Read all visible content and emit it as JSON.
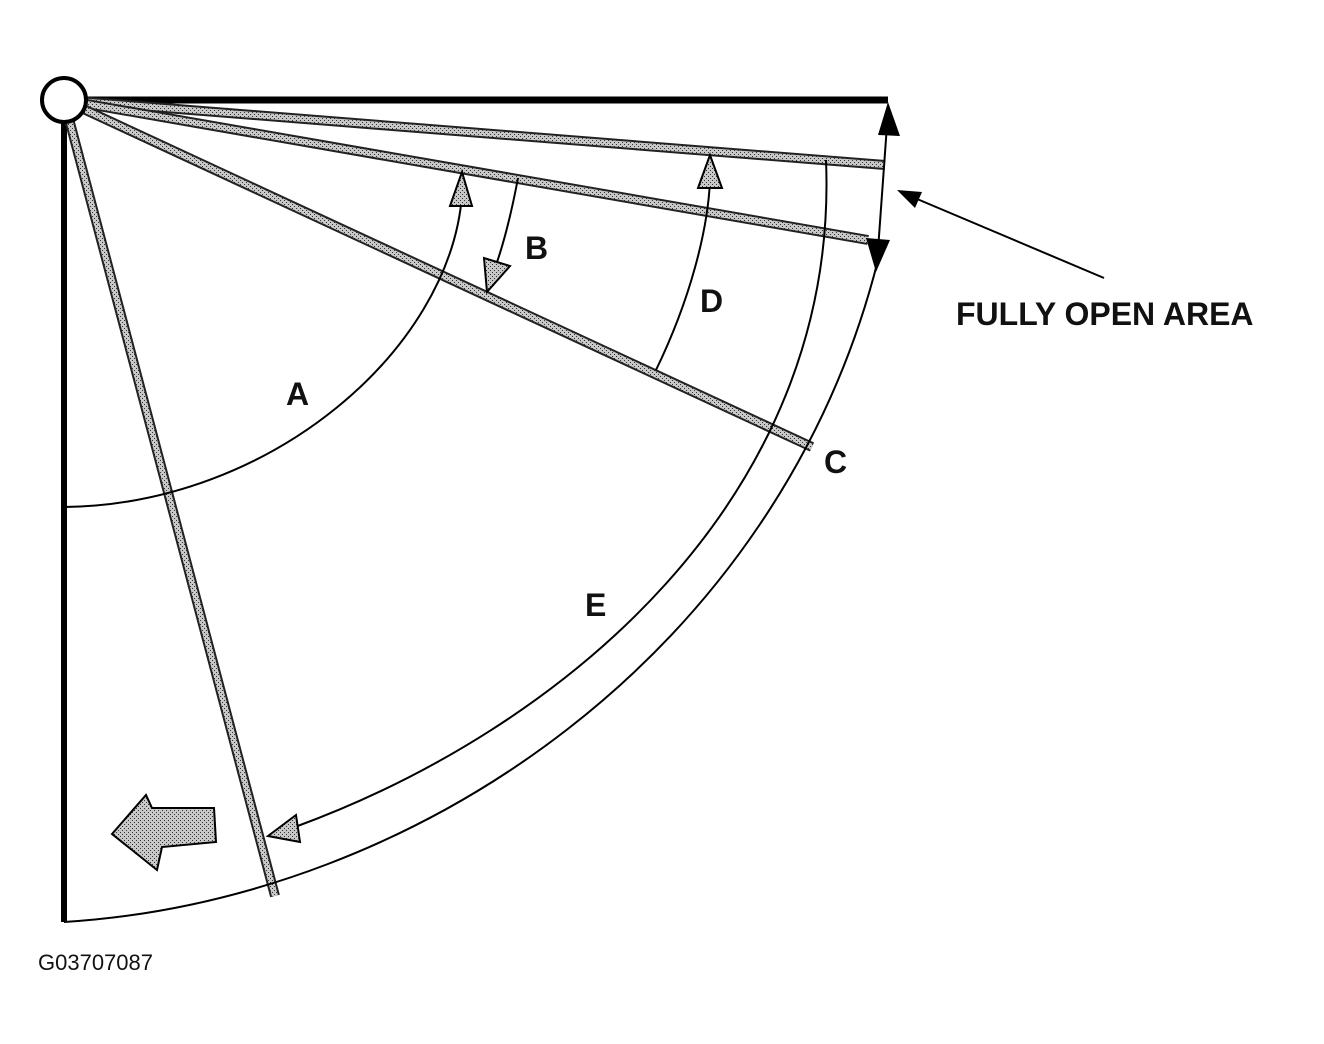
{
  "diagram": {
    "labels": {
      "a": "A",
      "b": "B",
      "c": "C",
      "d": "D",
      "e": "E",
      "callout": "FULLY OPEN AREA"
    },
    "figure_id": "G03707087",
    "colors": {
      "line": "#000000",
      "stipple": "#9a9a9a",
      "arrow_fill": "#8c8c8c"
    }
  }
}
